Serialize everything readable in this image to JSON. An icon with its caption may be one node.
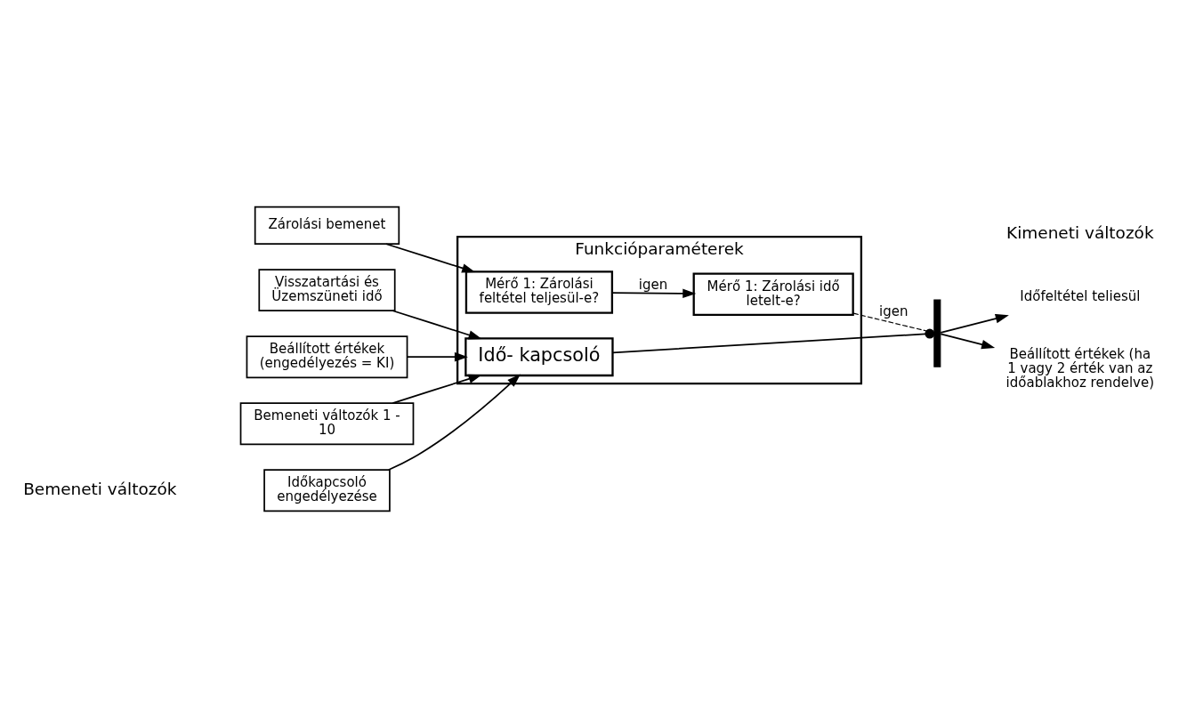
{
  "diagram": {
    "nodes": [
      {
        "text": [
          "Időkapcsoló engedélyezése"
        ]
      },
      {
        "text": [
          "Visszatartási és Üzemszüneti idő"
        ]
      },
      {
        "text": [
          "Beállított értékek (engedélyezés = KI)"
        ]
      },
      {
        "text": [
          "Bemeneti változók 1 - 10"
        ]
      },
      {
        "text": [
          "Zárolási bemenet"
        ]
      },
      {
        "text": [
          "Funkcióparaméterek"
        ]
      },
      {
        "text": [
          "Idő- kapcsoló"
        ],
        "in": 5
      },
      {
        "text": [
          "Mérő 1: Zárolási feltétel teljesül-e?"
        ],
        "in": 5
      },
      {
        "text": [
          "Mérő 1: Zárolási idő letelt-e?"
        ],
        "in": 5
      },
      {
        "text": [],
        "shape": "bar"
      },
      {
        "text": [
          "Időfeltétel teliesül"
        ]
      },
      {
        "text": [
          "Beállított értékek (ha 1 vagy 2 érték van az időablakhoz rendelve)"
        ]
      }
    ],
    "edges": [
      {
        "from": 0,
        "to": 6,
        "arrow": "to"
      },
      {
        "from": 1,
        "to": 6,
        "arrow": "to"
      },
      {
        "from": 2,
        "to": 6,
        "arrow": "to"
      },
      {
        "from": 3,
        "to": 6,
        "arrow": "to"
      },
      {
        "from": 4,
        "to": 7,
        "arrow": "to"
      },
      {
        "from": 7,
        "to": 8,
        "arrow": "to",
        "label": "igen"
      },
      {
        "from": 6,
        "to": 9,
        "arrow": "other"
      },
      {
        "from": 8,
        "to": 9,
        "arrow": "none",
        "label": "igen",
        "style": "dashed"
      },
      {
        "from": 9,
        "to": 10,
        "arrow": "to"
      },
      {
        "from": 9,
        "to": 11,
        "arrow": "to"
      }
    ],
    "labels": [
      "Bemeneti változók",
      "Kimeneti változók"
    ]
  }
}
